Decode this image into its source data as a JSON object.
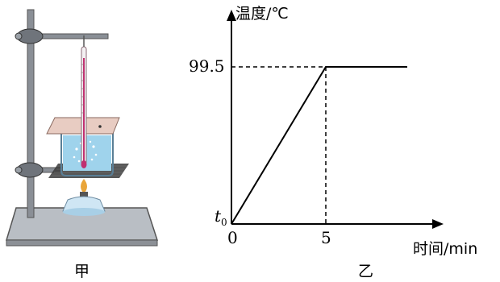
{
  "apparatus": {
    "caption": "甲",
    "colors": {
      "stand": "#8a8f96",
      "base": "#b9bec4",
      "water": "#9fd3ec",
      "board": "#e8ccc2",
      "gauze": "#3a3a3a",
      "thermometer": "#c03070",
      "lamp": "#cfe6f4",
      "flame": "#e9a53a"
    }
  },
  "graph": {
    "caption": "乙",
    "y_axis_label": "温度/℃",
    "x_axis_label": "时间/min",
    "origin_label": "0",
    "t0_label": "t0",
    "t0_base": "t",
    "t0_sub": "0",
    "y_tick_label": "99.5",
    "x_tick_label": "5",
    "colors": {
      "line": "#000000"
    }
  },
  "chart_data": {
    "type": "line",
    "xlabel": "时间/min",
    "ylabel": "温度/℃",
    "series": [
      {
        "x": [
          0,
          5,
          9.5
        ],
        "y": [
          "t0",
          99.5,
          99.5
        ]
      }
    ],
    "x_ticks": [
      "0",
      "5"
    ],
    "y_ticks": [
      "t0",
      "99.5"
    ],
    "guides": "dashed lines from (5, 99.5) to both axes",
    "grid": false
  }
}
